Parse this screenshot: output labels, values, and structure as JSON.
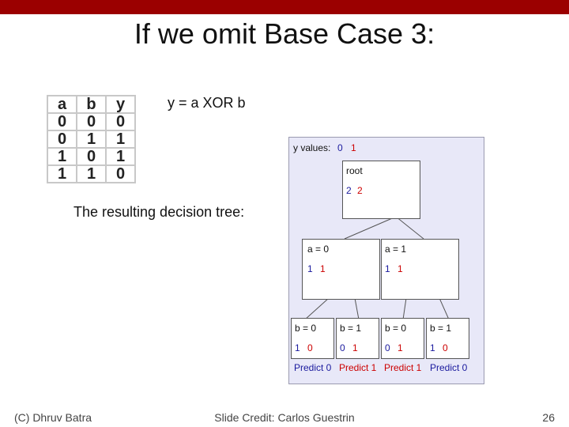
{
  "slide": {
    "title": "If we omit Base Case 3:",
    "expression": "y = a XOR b",
    "subtitle": "The resulting decision tree:",
    "footer_left": "(C) Dhruv Batra",
    "footer_center": "Slide Credit: Carlos Guestrin",
    "page_number": "26"
  },
  "truth_table": {
    "headers": [
      "a",
      "b",
      "y"
    ],
    "rows": [
      [
        "0",
        "0",
        "0"
      ],
      [
        "0",
        "1",
        "1"
      ],
      [
        "1",
        "0",
        "1"
      ],
      [
        "1",
        "1",
        "0"
      ]
    ]
  },
  "tree": {
    "header_label": "y values:",
    "header_v0": "0",
    "header_v1": "1",
    "root": {
      "label": "root",
      "c0": "2",
      "c1": "2"
    },
    "level1": [
      {
        "label": "a = 0",
        "c0": "1",
        "c1": "1"
      },
      {
        "label": "a = 1",
        "c0": "1",
        "c1": "1"
      }
    ],
    "leaves": [
      {
        "label": "b = 0",
        "c0": "1",
        "c1": "0",
        "pred": "Predict 0"
      },
      {
        "label": "b = 1",
        "c0": "0",
        "c1": "1",
        "pred": "Predict 1"
      },
      {
        "label": "b = 0",
        "c0": "0",
        "c1": "1",
        "pred": "Predict 1"
      },
      {
        "label": "b = 1",
        "c0": "1",
        "c1": "0",
        "pred": "Predict 0"
      }
    ]
  },
  "colors": {
    "topbar": "#9b0000",
    "tree_bg": "#e8e8f8",
    "red": "#cc0000",
    "blue": "#1a1a9e"
  }
}
